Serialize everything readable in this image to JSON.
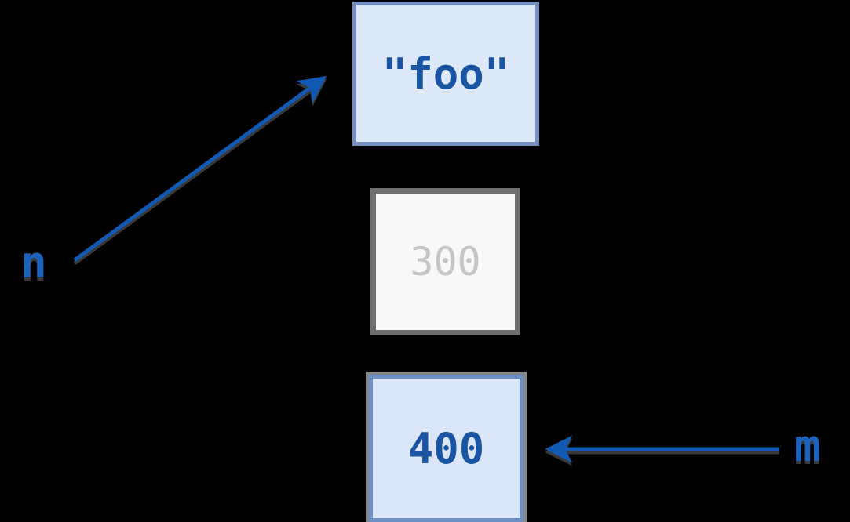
{
  "background": "#000000",
  "variables": [
    {
      "name": "n",
      "points_to": "\"foo\""
    },
    {
      "name": "m",
      "points_to": "400"
    }
  ],
  "objects": [
    {
      "value": "\"foo\"",
      "state": "referenced",
      "fill": "#dde9f8",
      "border_color": "#7491c2",
      "text_color": "#1a55a3"
    },
    {
      "value": "300",
      "state": "unreferenced",
      "fill": "#f8f8f8",
      "border_color": "#6e6e6e",
      "text_color": "#c5c5c5"
    },
    {
      "value": "400",
      "state": "referenced",
      "fill": "#dbe7f8",
      "border_color": "#6d8fc6",
      "text_color": "#1a55a3",
      "outline_color": "#878787"
    }
  ],
  "arrow_color": "#1159b2",
  "label_color": "#1c63c0"
}
